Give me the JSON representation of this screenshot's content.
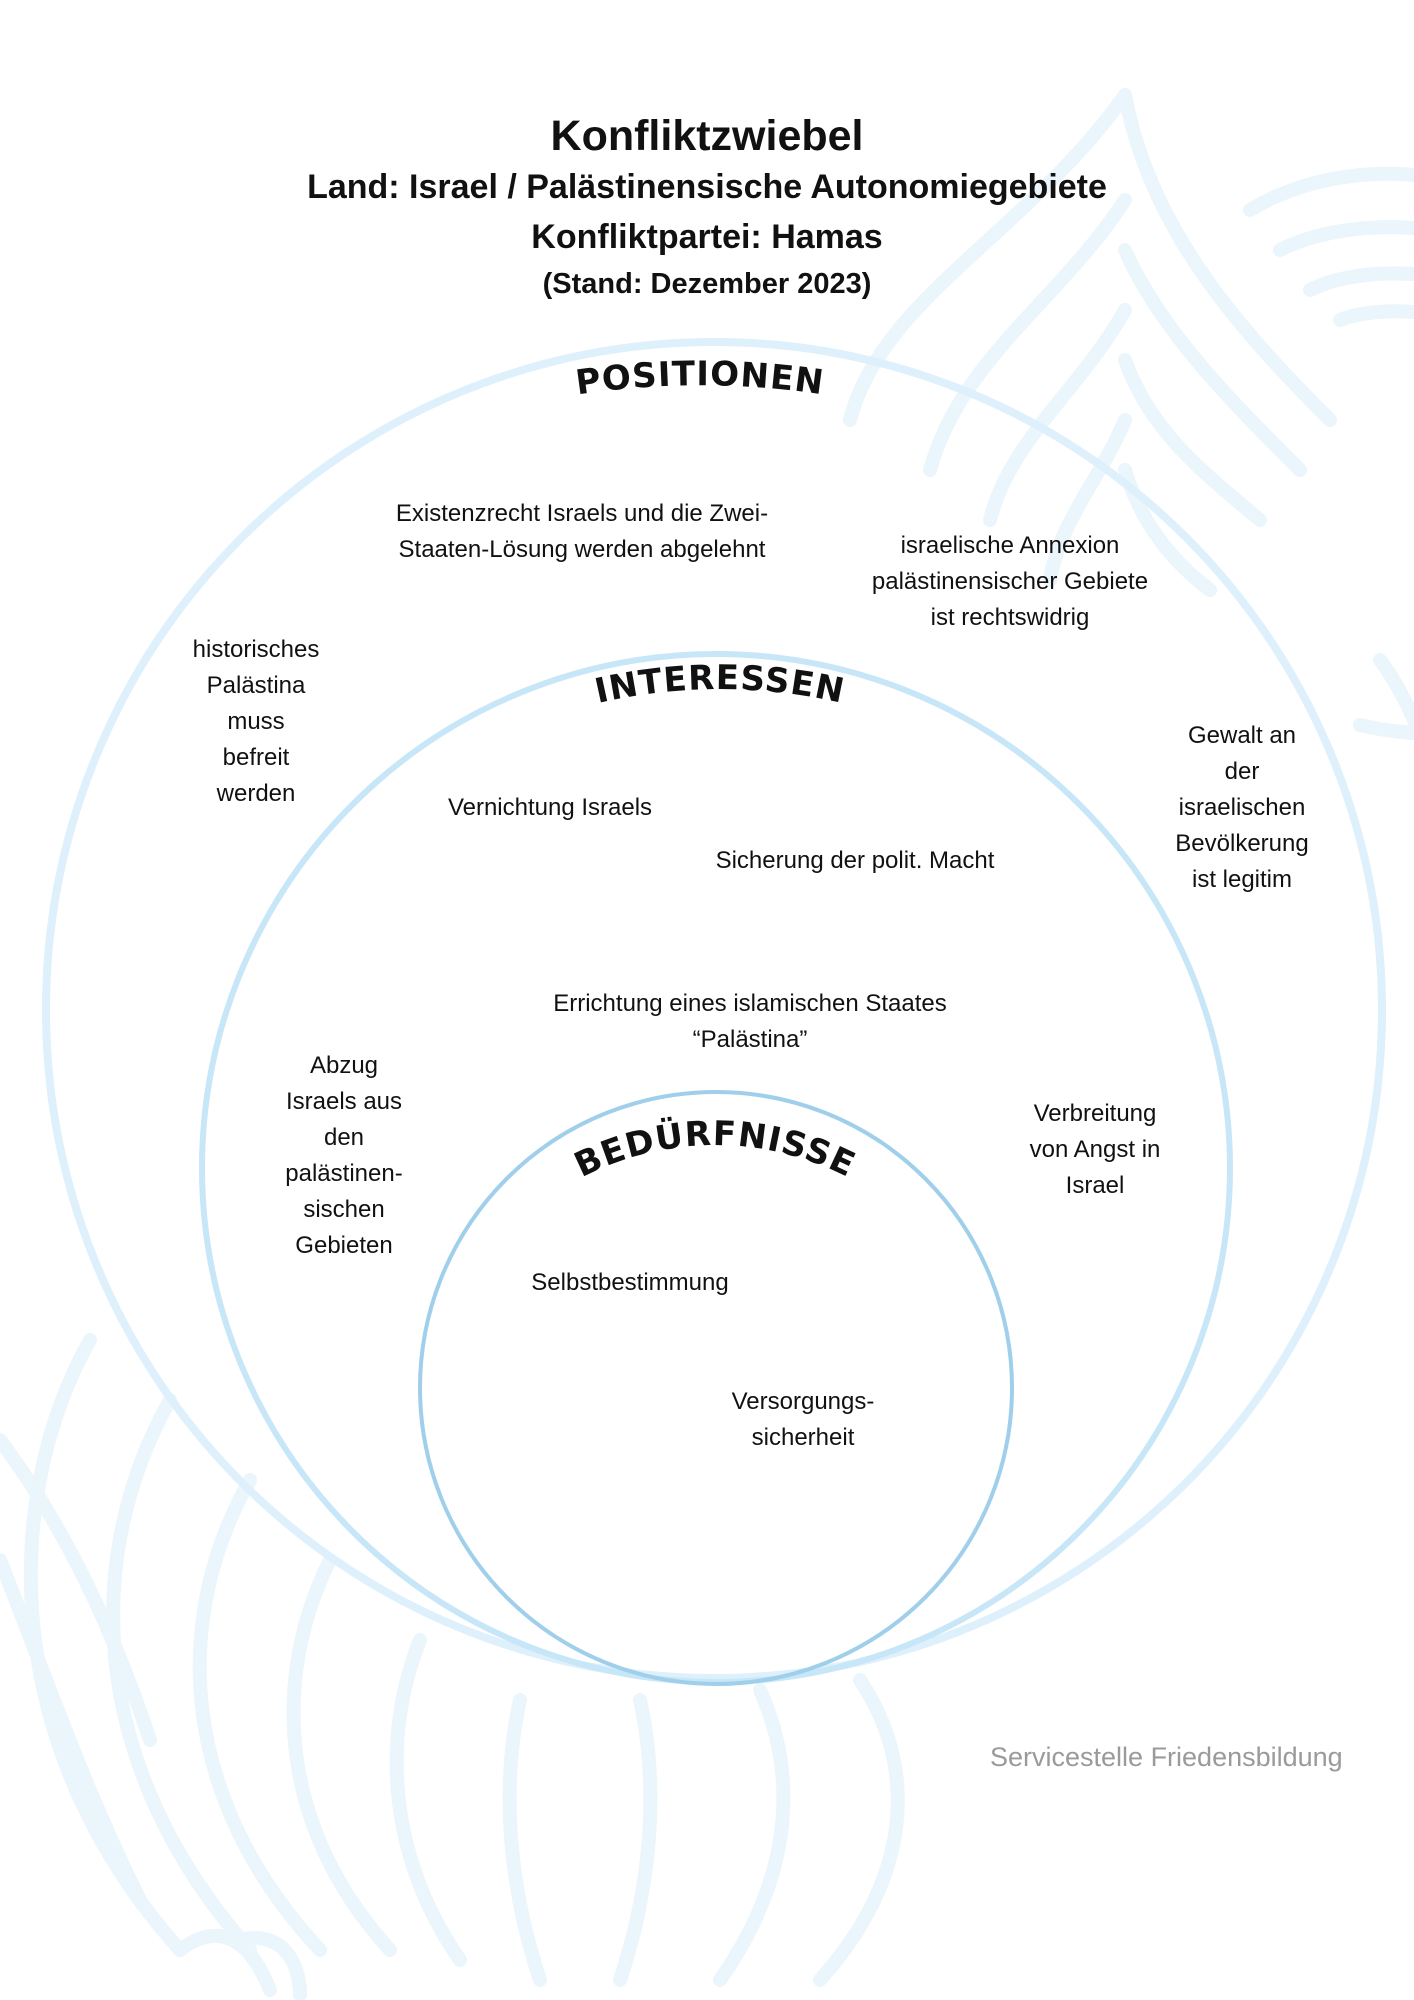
{
  "header": {
    "title": "Konfliktzwiebel",
    "country": "Land: Israel / Palästinensische Autonomiegebiete",
    "party": "Konfliktpartei: Hamas",
    "date": "(Stand: Dezember 2023)"
  },
  "rings": {
    "positions_label": "POSITIONEN",
    "interests_label": "INTERESSEN",
    "needs_label": "BEDÜRFNISSE"
  },
  "positions": {
    "existence": "Existenzrecht Israels und die Zwei-\nStaaten-Lösung werden abgelehnt",
    "annexation": "israelische Annexion\npalästinensischer Gebiete\nist rechtswidrig",
    "palestine": "historisches\nPalästina\nmuss\nbefreit\nwerden",
    "violence": "Gewalt an\nder\nisraelischen\nBevölkerung\nist legitim"
  },
  "interests": {
    "destruction": "Vernichtung Israels",
    "power": "Sicherung der polit. Macht",
    "state": "Errichtung eines islamischen Staates\n“Palästina”",
    "withdrawal": "Abzug\nIsraels aus\nden\npalästinen-\nsischen\nGebieten",
    "fear": "Verbreitung\nvon Angst in\nIsrael"
  },
  "needs": {
    "self_determination": "Selbstbestimmung",
    "supply": "Versorgungs-\nsicherheit"
  },
  "footer": "Servicestelle Friedensbildung",
  "colors": {
    "outer_ring": "#ddf0fb",
    "middle_ring": "#c7e6f7",
    "inner_ring": "#9fcfea",
    "background_art": "#eaf5fc",
    "footer_text": "#9a9a9a"
  }
}
